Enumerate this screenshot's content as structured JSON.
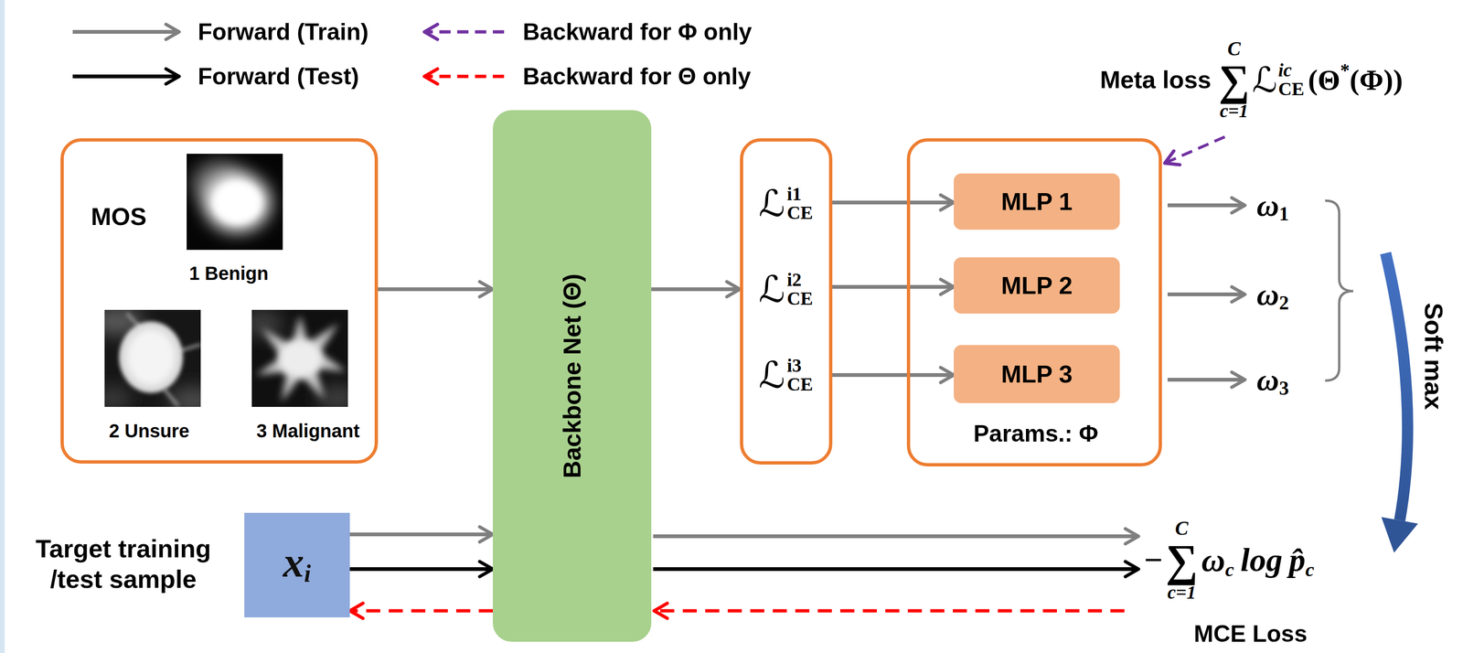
{
  "diagram": {
    "nodes": [
      {
        "text": [
          "MOS",
          "1 Benign",
          "2 Unsure",
          "3 Malignant"
        ]
      },
      {
        "text": [
          "Backbone Net (Θ)"
        ]
      },
      {
        "text": [
          "ℒ",
          "i1",
          "CE",
          "ℒ",
          "i2",
          "CE",
          "ℒ",
          "i3",
          "CE"
        ]
      },
      {
        "text": [
          "Params.: Φ"
        ]
      },
      {
        "text": [
          "MLP 1"
        ],
        "in": 3
      },
      {
        "text": [
          "MLP 2"
        ],
        "in": 3
      },
      {
        "text": [
          "MLP 3"
        ],
        "in": 3
      },
      {
        "text": [
          "Target training /test sample",
          "x",
          "i"
        ]
      }
    ],
    "edges": [
      {
        "from": 0,
        "to": 1,
        "arrow": "to"
      },
      {
        "from": 1,
        "to": 2,
        "arrow": "to"
      },
      {
        "from": 2,
        "to": 4,
        "arrow": "to"
      },
      {
        "from": 2,
        "to": 5,
        "arrow": "to"
      },
      {
        "from": 2,
        "to": 6,
        "arrow": "to"
      },
      {
        "from": 7,
        "to": 1,
        "arrow": "to"
      },
      {
        "from": 7,
        "to": 1,
        "arrow": "to"
      },
      {
        "from": 1,
        "to": 7,
        "arrow": "to"
      }
    ],
    "labels": [
      "Meta loss",
      "C",
      "∑",
      "c=1",
      "ℒ",
      "ic",
      "CE",
      "(Θ",
      "*",
      "(Φ))",
      "ω",
      "1",
      "ω",
      "2",
      "ω",
      "3",
      "Soft max",
      "−",
      "C",
      "∑",
      "c=1",
      "ω",
      "c",
      "log",
      "p̂",
      "c",
      "MCE Loss"
    ],
    "legend": [
      {
        "text": "Forward (Train)"
      },
      {
        "text": "Backward for Φ only"
      },
      {
        "text": "Forward (Test)"
      },
      {
        "text": "Backward for Θ only"
      }
    ]
  }
}
